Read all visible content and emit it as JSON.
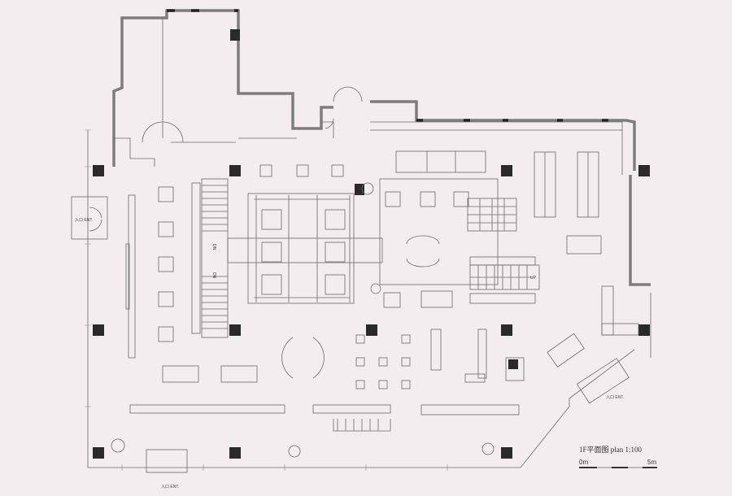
{
  "drawing": {
    "title": "1F平面图  plan 1:100",
    "scale_start": "0m",
    "scale_end": "5m",
    "entrances": [
      "入口 ENT.",
      "入口 ENT.",
      "入口 ENT."
    ],
    "stair_up": "UP",
    "stair_down": [
      "DN",
      "DN"
    ]
  },
  "colors": {
    "background": "#f3edef",
    "wall": "#7d7d7d",
    "column": "#2a2a2a"
  }
}
